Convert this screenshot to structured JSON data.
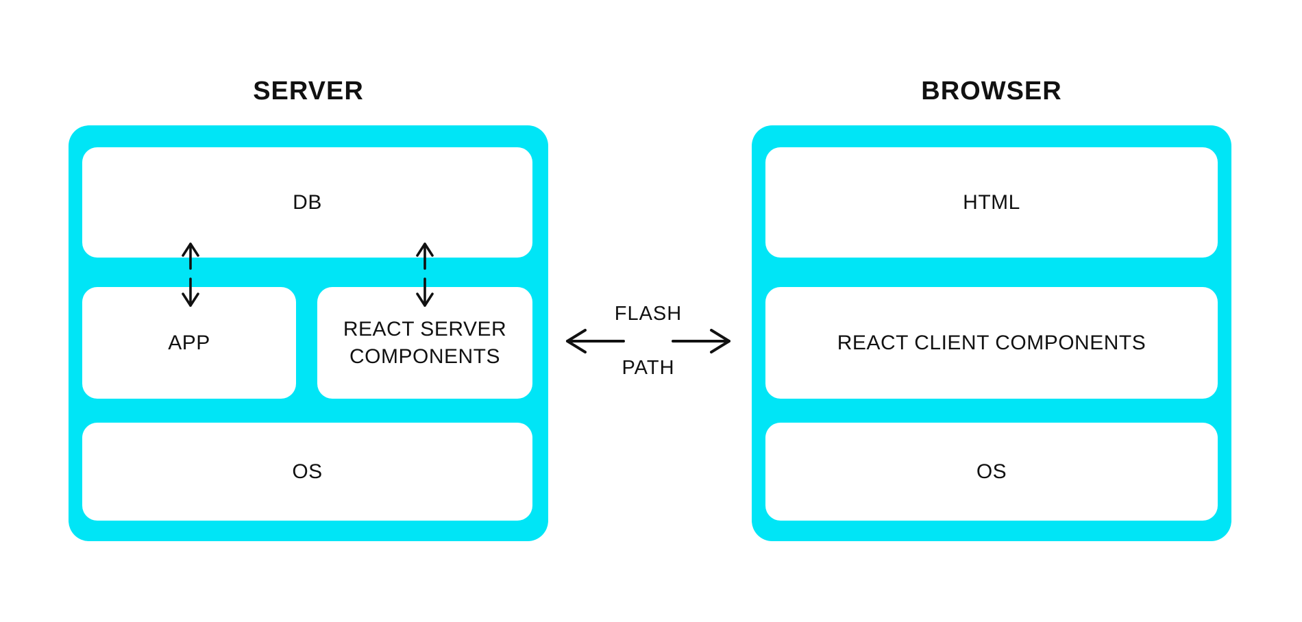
{
  "server": {
    "title": "SERVER",
    "db_label": "DB",
    "app_label": "APP",
    "rsc_label": "REACT SERVER COMPONENTS",
    "os_label": "OS"
  },
  "browser": {
    "title": "BROWSER",
    "html_label": "HTML",
    "rcc_label": "REACT CLIENT COMPONENTS",
    "os_label": "OS"
  },
  "flow": {
    "top_label": "FLASH",
    "bottom_label": "PATH"
  },
  "colors": {
    "accent_cyan": "#00E5F6",
    "panel_white": "#FFFFFF",
    "text_black": "#111111",
    "background": "#FFFFFF"
  },
  "icons": {
    "db_to_app": "up-down-arrow-icon",
    "db_to_rsc": "up-down-arrow-icon",
    "flow_to_server": "left-arrow-icon",
    "flow_to_browser": "right-arrow-icon"
  }
}
